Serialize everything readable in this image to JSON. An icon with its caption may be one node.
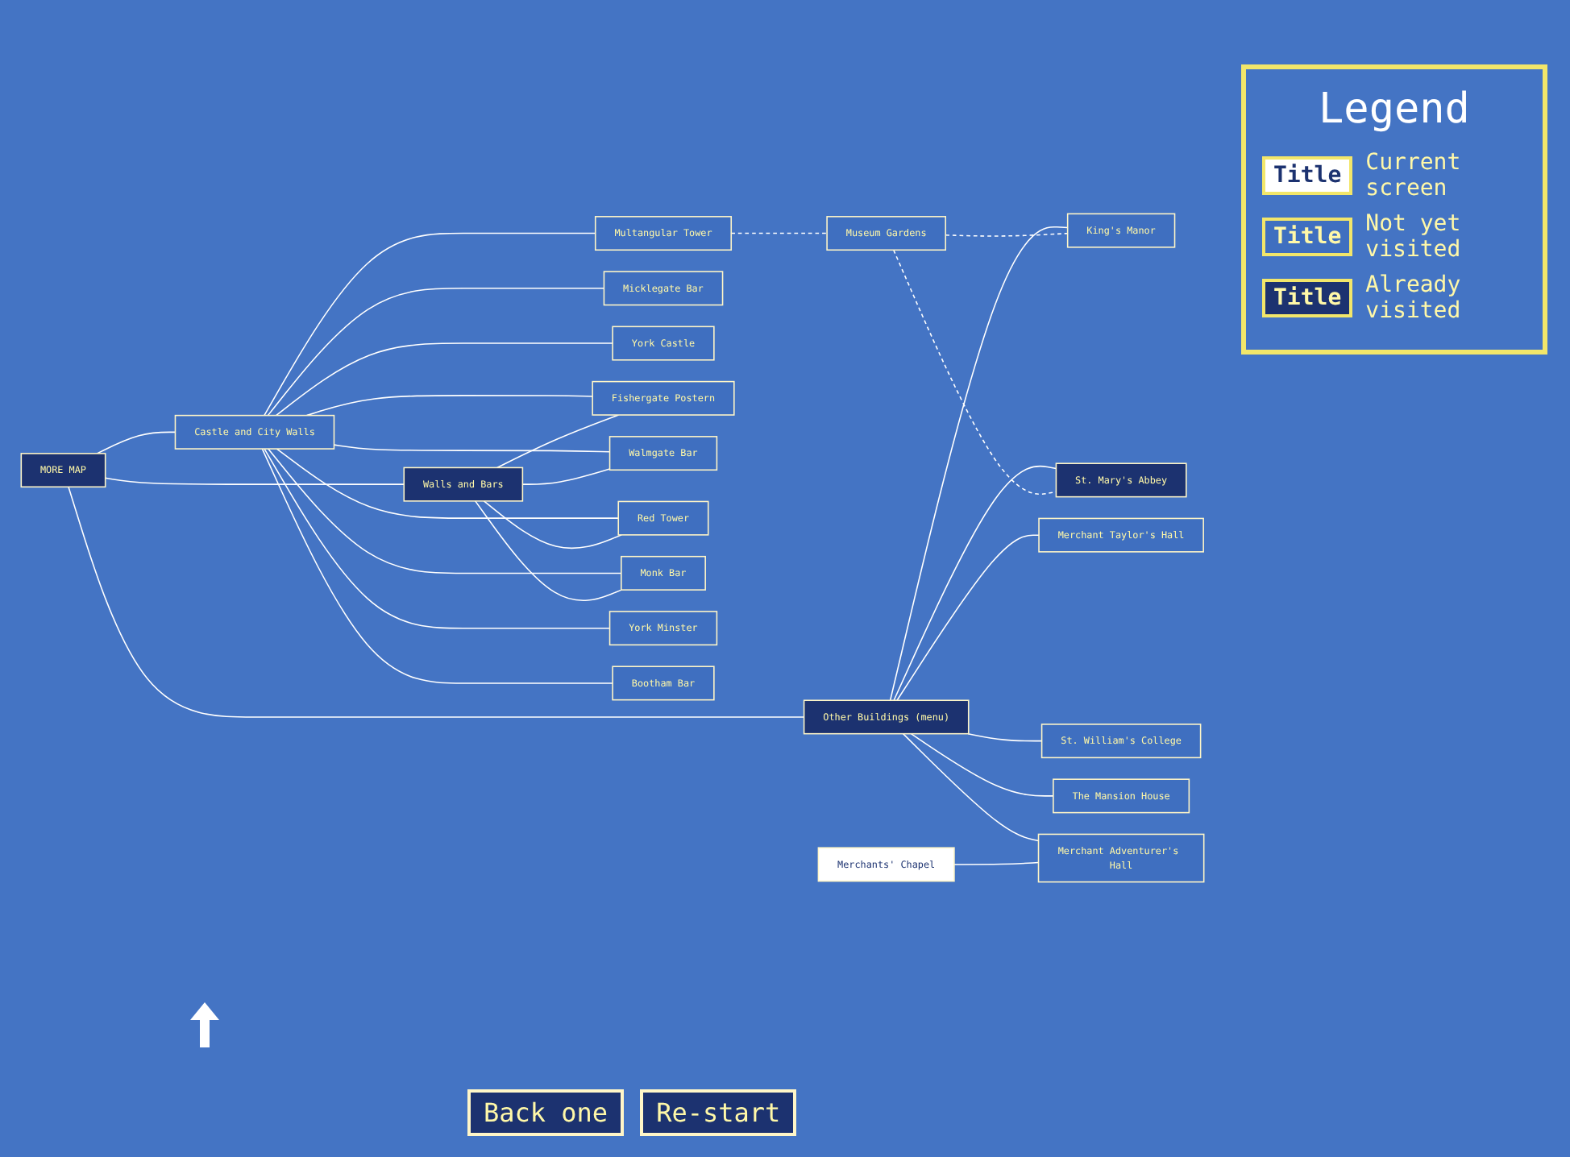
{
  "diagram": {
    "nodes": [
      {
        "text": [
          "MORE MAP"
        ]
      },
      {
        "text": [
          "Castle and City Walls"
        ]
      },
      {
        "text": [
          "Walls and Bars"
        ]
      },
      {
        "text": [
          "Other Buildings (menu)"
        ]
      },
      {
        "text": [
          "Multangular Tower"
        ]
      },
      {
        "text": [
          "Micklegate Bar"
        ]
      },
      {
        "text": [
          "York Castle"
        ]
      },
      {
        "text": [
          "Fishergate Postern"
        ]
      },
      {
        "text": [
          "Walmgate Bar"
        ]
      },
      {
        "text": [
          "Red Tower"
        ]
      },
      {
        "text": [
          "Monk Bar"
        ]
      },
      {
        "text": [
          "York Minster"
        ]
      },
      {
        "text": [
          "Bootham Bar"
        ]
      },
      {
        "text": [
          "Merchant Taylor's Hall"
        ]
      },
      {
        "text": [
          "St. William's College"
        ]
      },
      {
        "text": [
          "King's Manor"
        ]
      },
      {
        "text": [
          "Museum Gardens"
        ]
      },
      {
        "text": [
          "The Mansion House"
        ]
      },
      {
        "text": [
          "St. Mary's Abbey"
        ]
      },
      {
        "text": [
          "Merchants' Chapel"
        ]
      },
      {
        "text": [
          "Merchant Adventurer's Hall"
        ]
      }
    ],
    "edges": [
      {
        "from": 0,
        "to": 1,
        "arrow": "none"
      },
      {
        "from": 0,
        "to": 2,
        "arrow": "none"
      },
      {
        "from": 0,
        "to": 3,
        "arrow": "none"
      },
      {
        "from": 1,
        "to": 4,
        "arrow": "none"
      },
      {
        "from": 1,
        "to": 5,
        "arrow": "none"
      },
      {
        "from": 1,
        "to": 6,
        "arrow": "none"
      },
      {
        "from": 1,
        "to": 7,
        "arrow": "none"
      },
      {
        "from": 1,
        "to": 8,
        "arrow": "none"
      },
      {
        "from": 1,
        "to": 9,
        "arrow": "none"
      },
      {
        "from": 1,
        "to": 10,
        "arrow": "none"
      },
      {
        "from": 1,
        "to": 11,
        "arrow": "none"
      },
      {
        "from": 1,
        "to": 12,
        "arrow": "none"
      },
      {
        "from": 2,
        "to": 7,
        "arrow": "none"
      },
      {
        "from": 2,
        "to": 8,
        "arrow": "none"
      },
      {
        "from": 2,
        "to": 9,
        "arrow": "none"
      },
      {
        "from": 2,
        "to": 10,
        "arrow": "none"
      },
      {
        "from": 3,
        "to": 13,
        "arrow": "none"
      },
      {
        "from": 3,
        "to": 14,
        "arrow": "none"
      },
      {
        "from": 3,
        "to": 15,
        "arrow": "none"
      },
      {
        "from": 3,
        "to": 17,
        "arrow": "none"
      },
      {
        "from": 3,
        "to": 18,
        "arrow": "none"
      },
      {
        "from": 3,
        "to": 20,
        "arrow": "none"
      },
      {
        "from": 4,
        "to": 16,
        "arrow": "none",
        "style": "dashed"
      },
      {
        "from": 16,
        "to": 15,
        "arrow": "none",
        "style": "dashed"
      },
      {
        "from": 16,
        "to": 18,
        "arrow": "none",
        "style": "dashed"
      },
      {
        "from": 19,
        "to": 20,
        "arrow": "none"
      }
    ],
    "labels": [
      "Legend",
      "Title",
      "Title",
      "Title",
      "Back one",
      "Re-start"
    ],
    "legend": [
      {
        "text": "Current screen",
        "color": "#ffffff"
      },
      {
        "text": "Not yet visited",
        "color": "#3f6fc0"
      },
      {
        "text": "Already visited",
        "color": "#1c3270"
      }
    ]
  }
}
